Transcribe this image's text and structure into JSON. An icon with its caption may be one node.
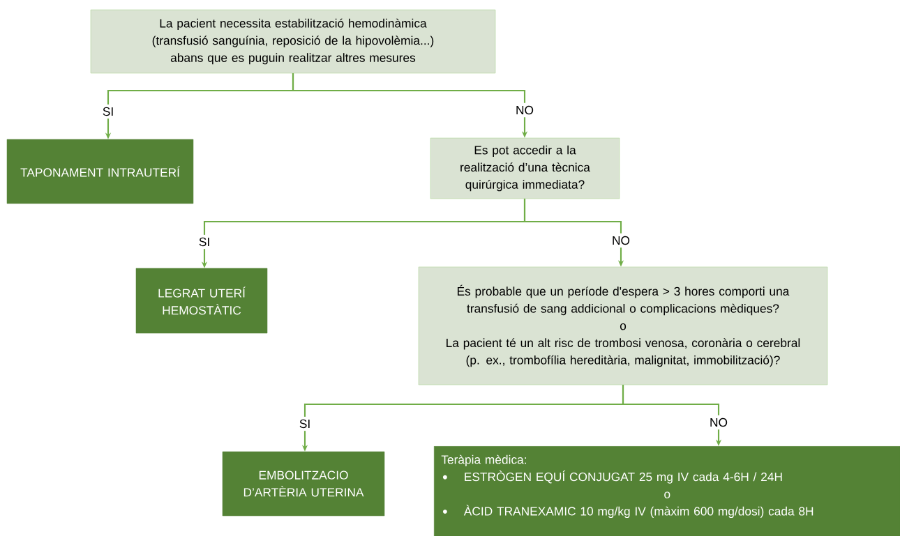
{
  "diagram": {
    "nodes": [
      {
        "text": [
          "La pacient necessita estabilització hemodinàmica (transfusió sanguínia, reposició de la hipovolèmia...) abans que es puguin realitzar altres mesures"
        ]
      },
      {
        "text": [
          "TAPONAMENT INTRAUTERÍ"
        ]
      },
      {
        "text": [
          "Es pot accedir a la realització d’una tècnica quirúrgica immediata?"
        ]
      },
      {
        "text": [
          "LEGRAT UTERÍ HEMOSTÀTIC"
        ]
      },
      {
        "text": [
          "És probable que un període d'espera > 3 hores comporti una transfusió de sang addicional o complicacions mèdiques?",
          "o",
          "La pacient té un alt risc de trombosi venosa, coronària o cerebral (p. ex., trombofília hereditària, malignitat, immobilització)?"
        ]
      },
      {
        "text": [
          "EMBOLITZACIO D’ARTÈRIA UTERINA"
        ]
      },
      {
        "text": [
          "Teràpia mèdica:",
          "ESTRÒGEN EQUÍ CONJUGAT 25 mg IV cada 4-6H / 24H",
          "o",
          "ÀCID TRANEXAMIC 10 mg/kg IV (màxim 600 mg/dosi) cada 8H"
        ]
      }
    ],
    "edges": [
      {
        "from": 0,
        "to": 1,
        "arrow": "to",
        "label": "SI"
      },
      {
        "from": 0,
        "to": 2,
        "arrow": "to",
        "label": "NO"
      },
      {
        "from": 2,
        "to": 3,
        "arrow": "to",
        "label": "SI"
      },
      {
        "from": 2,
        "to": 4,
        "arrow": "to",
        "label": "NO"
      },
      {
        "from": 4,
        "to": 5,
        "arrow": "to",
        "label": "SI"
      },
      {
        "from": 4,
        "to": 6,
        "arrow": "to",
        "label": "NO"
      }
    ]
  }
}
